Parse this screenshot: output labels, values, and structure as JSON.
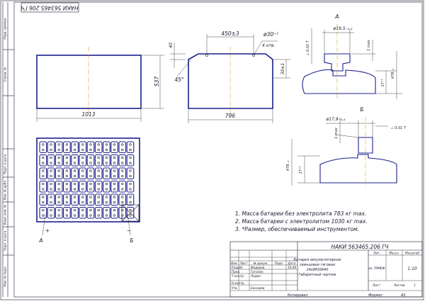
{
  "frame": {
    "mirror_code": "НАКИ 563465.206 ГЧ",
    "left_strip": [
      "Перв. примен.",
      "Справ. №",
      "Подп. и дата",
      "Инв. № дубл.",
      "Взам. инв. №",
      "Подп. и дата",
      "Инв. № подл."
    ]
  },
  "front_view": {
    "height_dim": "537",
    "width_dim": "1013"
  },
  "top_view": {
    "width_dim": "796",
    "top_dim": "450±3",
    "left_dim": "40",
    "angle_dim": "45°",
    "right_dim": "30±1",
    "hole_dim": "ø30⁺¹",
    "hole_count": "4 отв."
  },
  "detail_a": {
    "label": "А",
    "dia": "ø19,5₋₀,₄",
    "perp": "⊥ 0,01 Т",
    "max": "1 max",
    "h1": "17⁺¹",
    "h2": "478₋₃"
  },
  "detail_b": {
    "label": "Б",
    "dia": "ø17,9₋₀,₄",
    "perp": "⊥ 0,01 Т",
    "max": "1 max",
    "h1": "17⁺¹",
    "h2": "478₋₃"
  },
  "plan_view": {
    "plus": "+",
    "minus": "−",
    "leader_a": "А",
    "leader_b": "Б"
  },
  "notes": [
    "1. Масса батареи без электролита 783 кг max.",
    "2. Масса батареи с электролитом 1030 кг max.",
    "3. *Размер, обеспечиваемый инструментом."
  ],
  "title_block": {
    "code": "НАКИ 563465.206 ГЧ",
    "name": [
      "Батарея аккумуляторная",
      "свинцовая тяговая",
      "24х8PzS640",
      "Габаритный чертеж"
    ],
    "hdr": {
      "izm": "Изм.",
      "list": "Лист",
      "doc": "№ докум.",
      "sign": "Подп.",
      "date": "Дата"
    },
    "rows": [
      {
        "role": "Разраб.",
        "name": "Федоров",
        "date": "10.08"
      },
      {
        "role": "Пров.",
        "name": "Гоголин",
        "date": ""
      },
      {
        "role": "Т.контр.",
        "name": "Лодин",
        "date": ""
      },
      {
        "role": "Н.контр.",
        "name": "",
        "date": ""
      },
      {
        "role": "Утв.",
        "name": "Ежнорев",
        "date": ""
      }
    ],
    "lit": "Лит.",
    "massa": "Масса",
    "masshtab": "Масштаб",
    "lit_val": "ок. ПРИБФ",
    "scale_val": "1:10",
    "sheet": "Лист",
    "sheets": "Листов",
    "sheets_val": "1",
    "copied": "Копировал",
    "format": "Формат",
    "format_val": "А3"
  }
}
